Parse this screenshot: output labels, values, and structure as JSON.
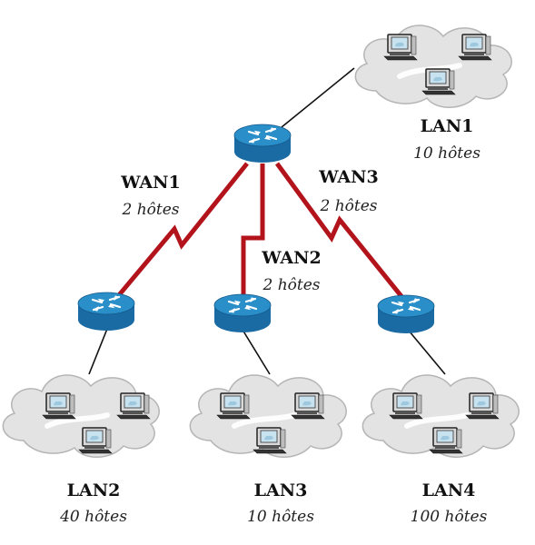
{
  "networks": {
    "lan1": {
      "name": "LAN1",
      "hosts": "10 hôtes"
    },
    "lan2": {
      "name": "LAN2",
      "hosts": "40 hôtes"
    },
    "lan3": {
      "name": "LAN3",
      "hosts": "10 hôtes"
    },
    "lan4": {
      "name": "LAN4",
      "hosts": "100 hôtes"
    },
    "wan1": {
      "name": "WAN1",
      "hosts": "2 hôtes"
    },
    "wan2": {
      "name": "WAN2",
      "hosts": "2 hôtes"
    },
    "wan3": {
      "name": "WAN3",
      "hosts": "2 hôtes"
    }
  },
  "colors": {
    "wan_link": "#b3141c",
    "lan_link": "#111111",
    "router_top": "#2a8fc9",
    "router_side": "#1a6aa3",
    "cloud_fill": "#e3e3e3",
    "cloud_stroke": "#b5b5b5"
  },
  "icons": {
    "router": "router-icon",
    "cloud": "cloud-icon",
    "computer": "computer-icon"
  }
}
